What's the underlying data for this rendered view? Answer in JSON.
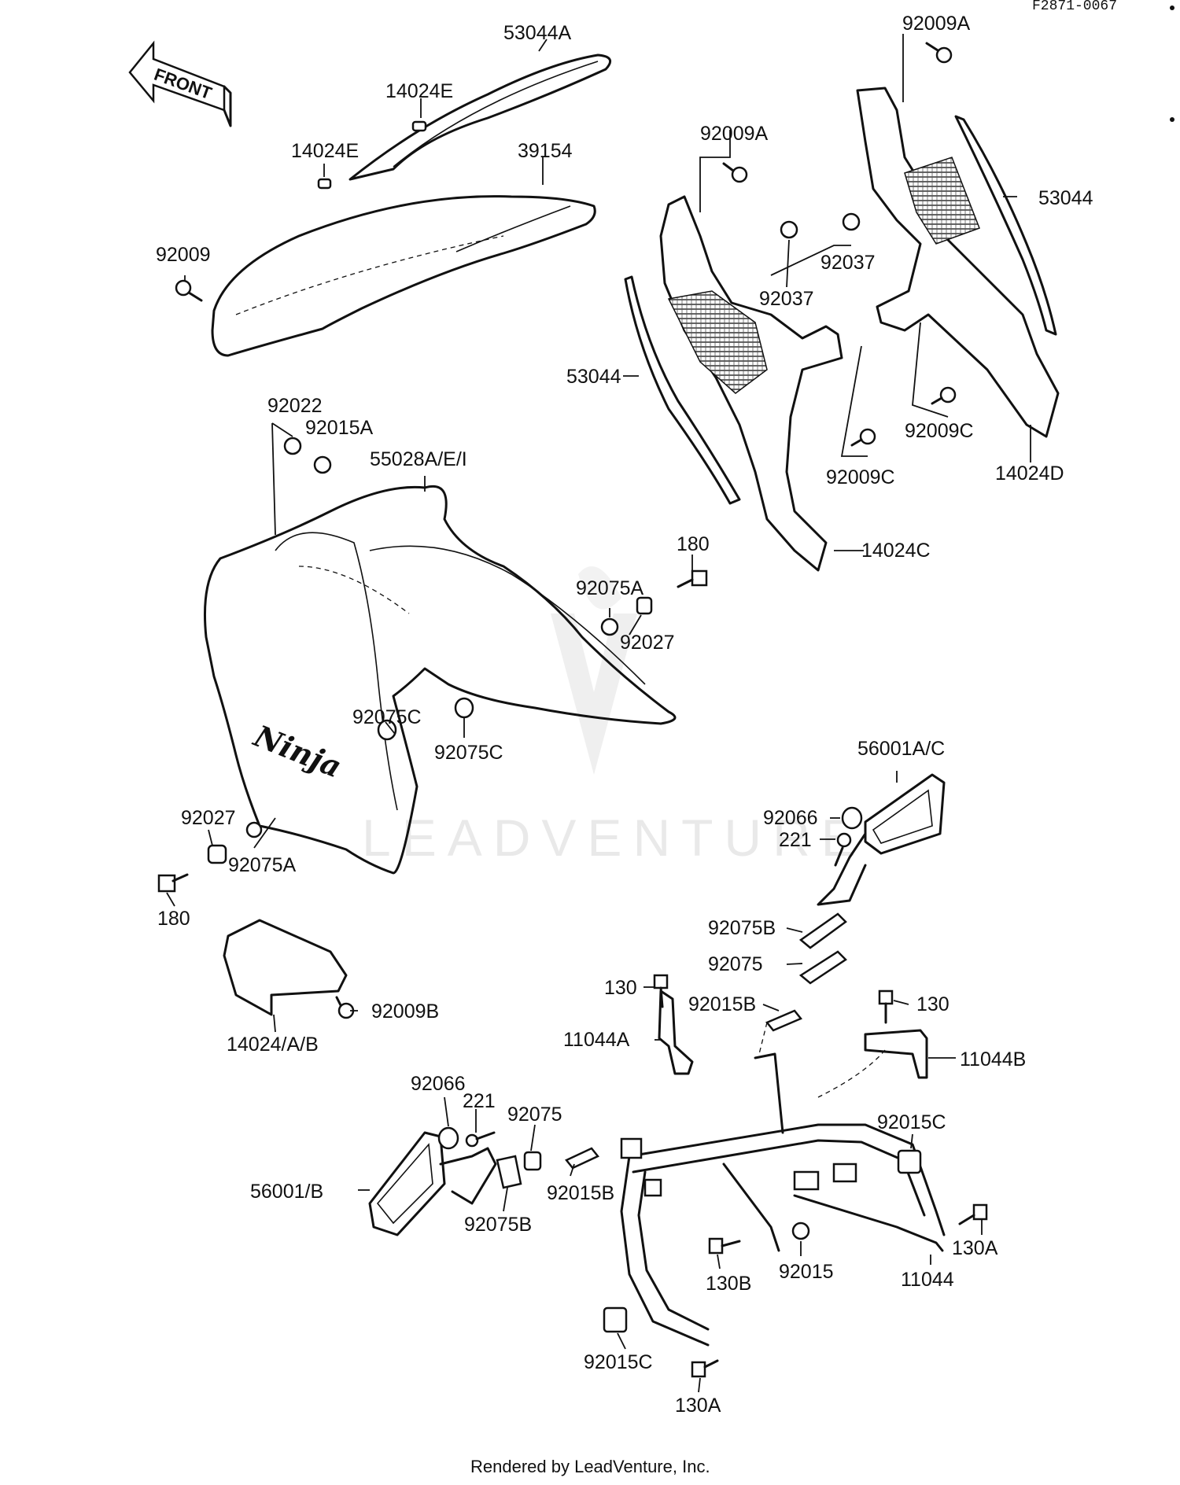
{
  "ref_code": "F2871-0067",
  "front_arrow": {
    "text": "FRONT",
    "icon": "front-direction-arrow"
  },
  "watermark": "LEADVENTURE",
  "footer": "Rendered by LeadVenture, Inc.",
  "callouts": [
    "53044A",
    "14024E",
    "14024E",
    "39154",
    "92009",
    "92009A",
    "92009A",
    "53044",
    "92037",
    "92037",
    "53044",
    "92009C",
    "92009C",
    "14024D",
    "14024C",
    "92022",
    "92015A",
    "55028A/E/I",
    "180",
    "92075A",
    "92027",
    "92075C",
    "92075C",
    "92027",
    "92075A",
    "180",
    "56001A/C",
    "92066",
    "221",
    "92075B",
    "92075",
    "130",
    "92015B",
    "11044A",
    "130",
    "11044B",
    "92009B",
    "14024/A/B",
    "92066",
    "221",
    "92075",
    "92015C",
    "56001/B",
    "92015B",
    "92075B",
    "130A",
    "130B",
    "92015",
    "11044",
    "92015C",
    "130A"
  ]
}
